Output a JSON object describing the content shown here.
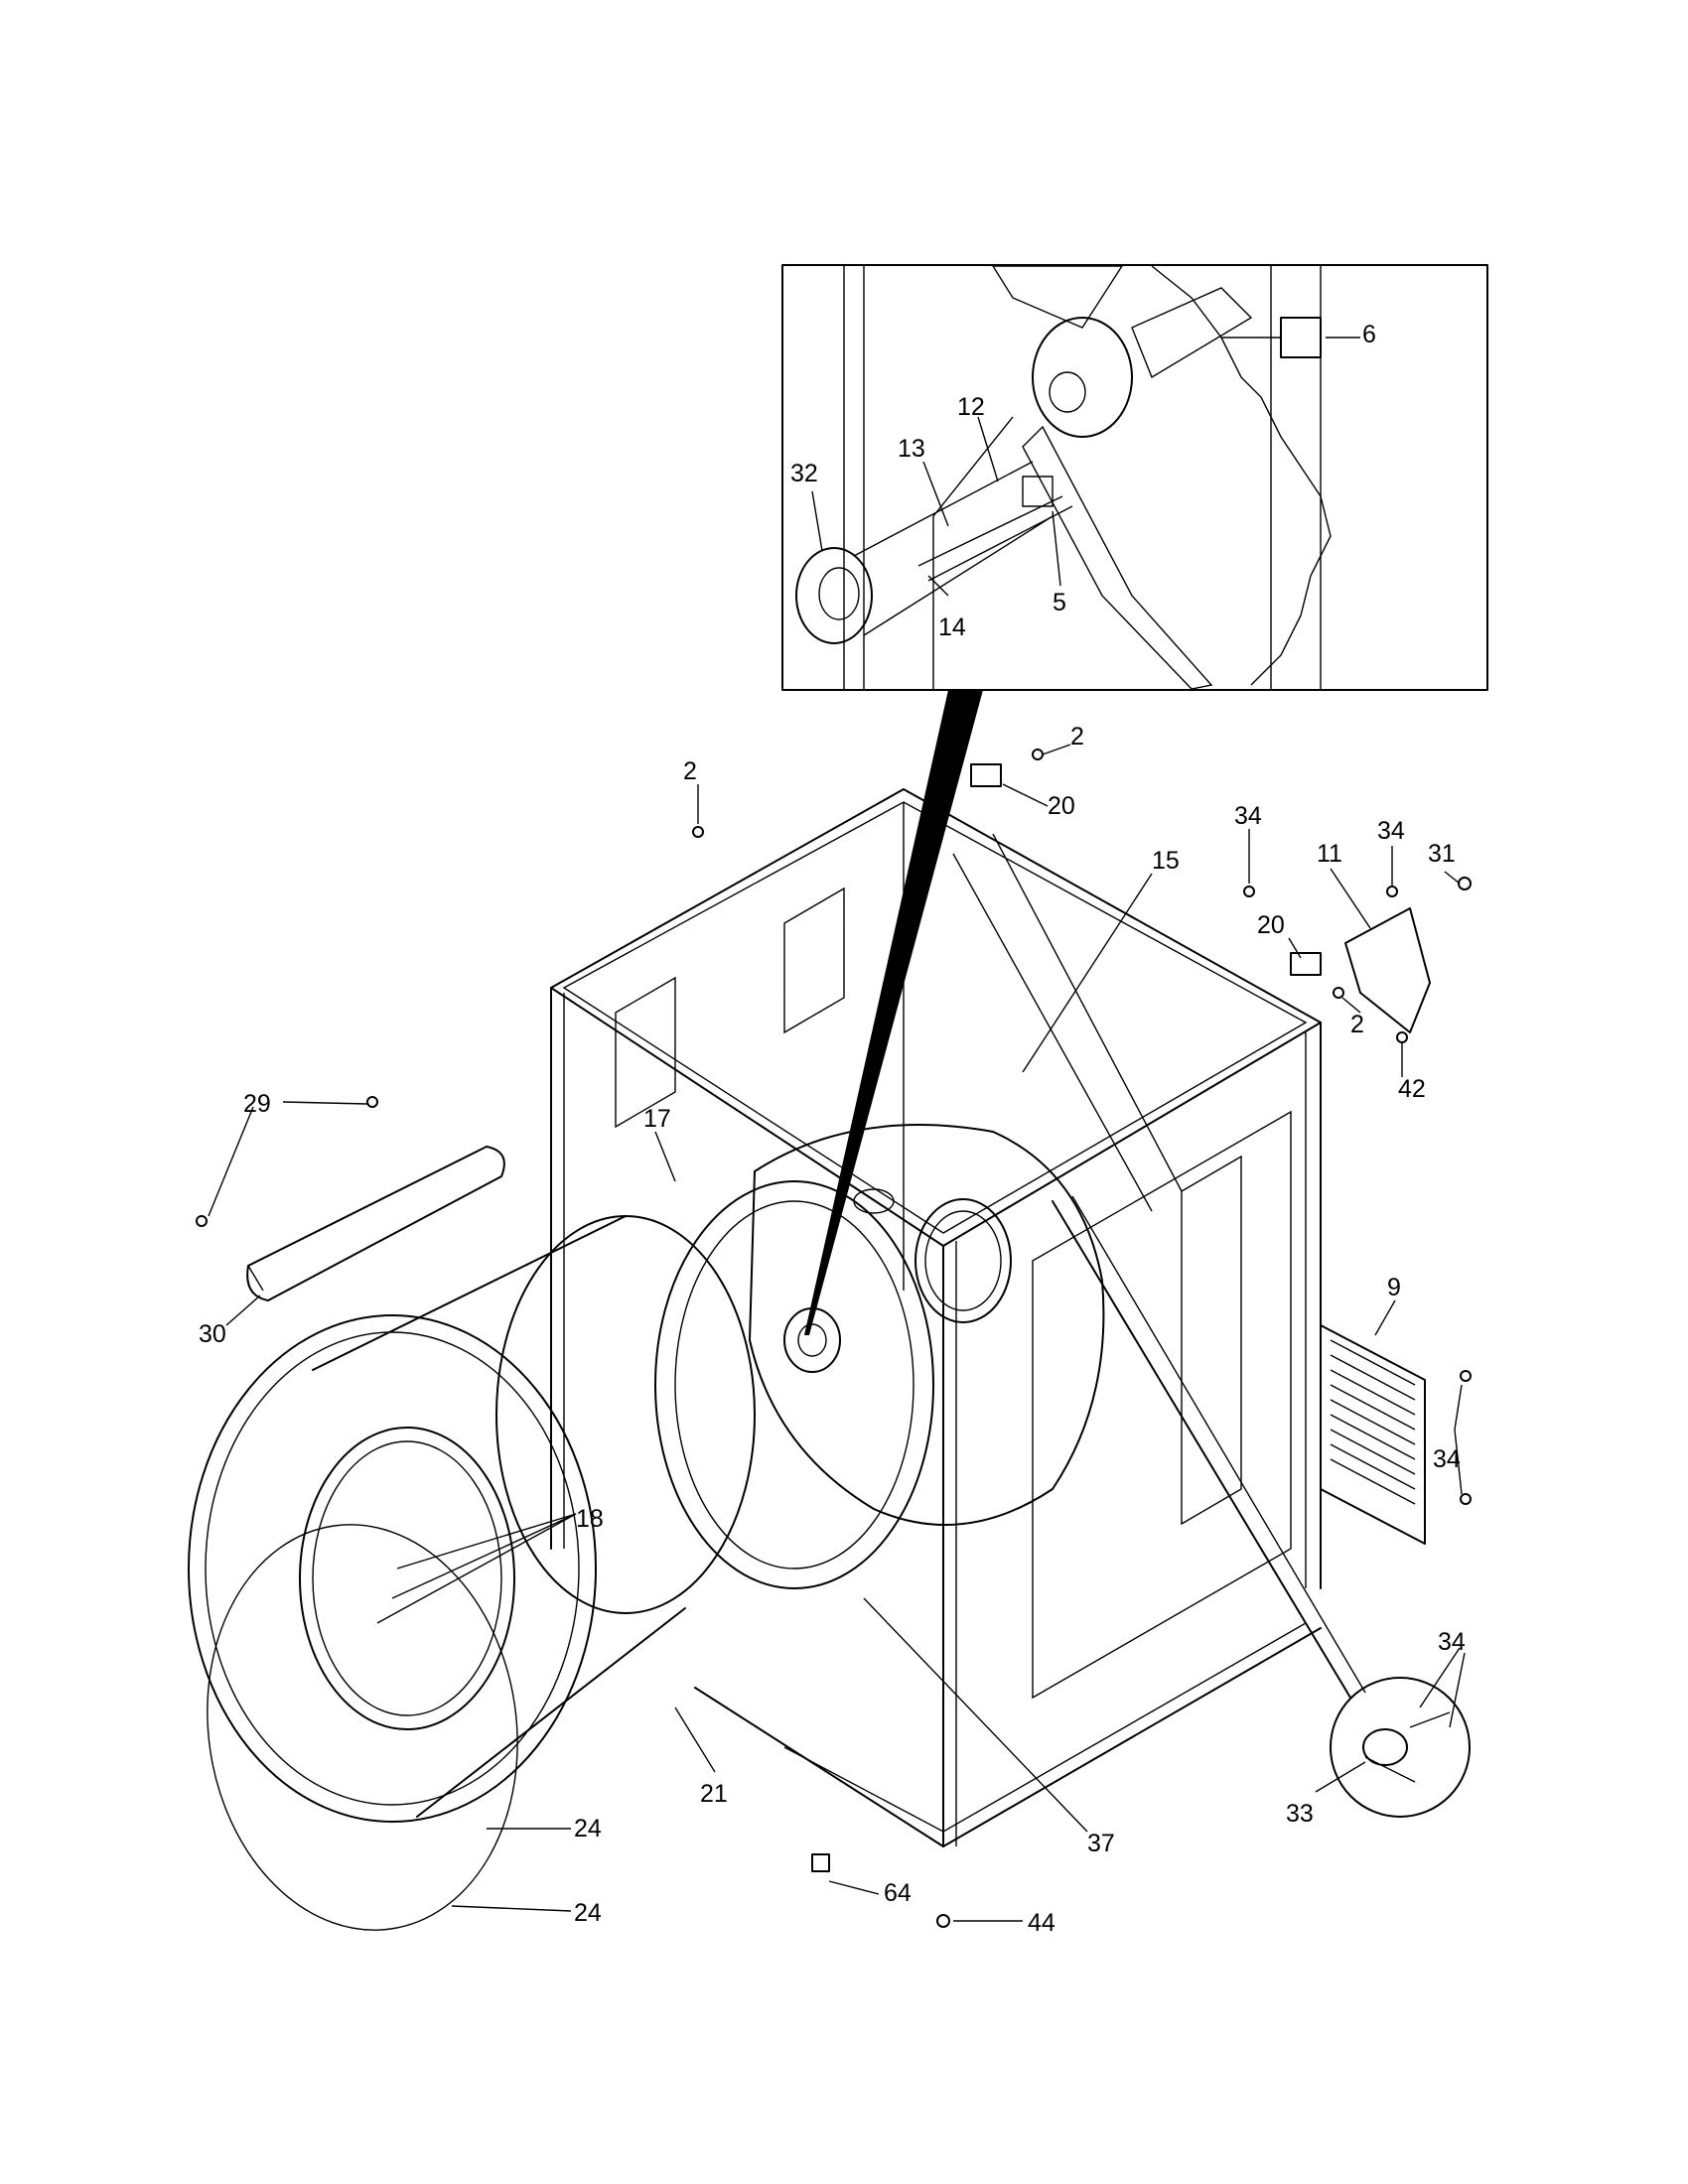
{
  "callouts": [
    {
      "id": "c6",
      "text": "6"
    },
    {
      "id": "c12",
      "text": "12"
    },
    {
      "id": "c13",
      "text": "13"
    },
    {
      "id": "c32",
      "text": "32"
    },
    {
      "id": "c5",
      "text": "5"
    },
    {
      "id": "c14",
      "text": "14"
    },
    {
      "id": "c2a",
      "text": "2"
    },
    {
      "id": "c2b",
      "text": "2"
    },
    {
      "id": "c20a",
      "text": "20"
    },
    {
      "id": "c15",
      "text": "15"
    },
    {
      "id": "c34a",
      "text": "34"
    },
    {
      "id": "c34b",
      "text": "34"
    },
    {
      "id": "c11",
      "text": "11"
    },
    {
      "id": "c31",
      "text": "31"
    },
    {
      "id": "c20b",
      "text": "20"
    },
    {
      "id": "c2c",
      "text": "2"
    },
    {
      "id": "c42",
      "text": "42"
    },
    {
      "id": "c29",
      "text": "29"
    },
    {
      "id": "c17",
      "text": "17"
    },
    {
      "id": "c30",
      "text": "30"
    },
    {
      "id": "c9",
      "text": "9"
    },
    {
      "id": "c34c",
      "text": "34"
    },
    {
      "id": "c18",
      "text": "18"
    },
    {
      "id": "c34d",
      "text": "34"
    },
    {
      "id": "c21",
      "text": "21"
    },
    {
      "id": "c24a",
      "text": "24"
    },
    {
      "id": "c37",
      "text": "37"
    },
    {
      "id": "c33",
      "text": "33"
    },
    {
      "id": "c64",
      "text": "64"
    },
    {
      "id": "c24b",
      "text": "24"
    },
    {
      "id": "c44",
      "text": "44"
    }
  ]
}
